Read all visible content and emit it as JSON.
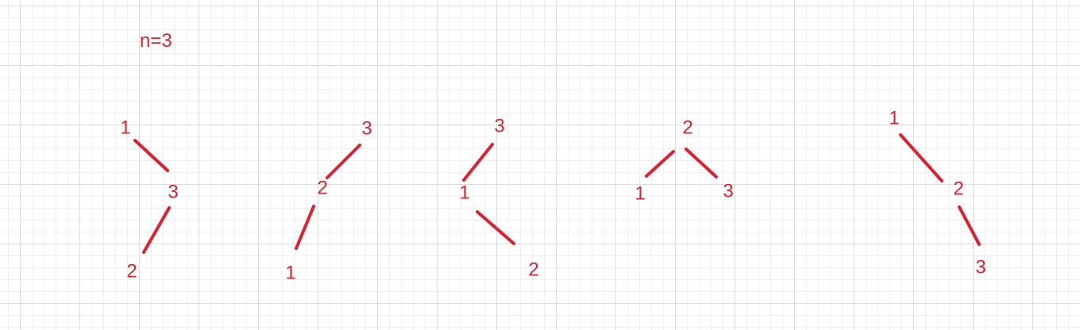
{
  "title": "n=3",
  "colors": {
    "ink": "#e0202e"
  },
  "trees": [
    {
      "nodes": [
        {
          "id": "a",
          "label": "1"
        },
        {
          "id": "b",
          "label": "3"
        },
        {
          "id": "c",
          "label": "2"
        }
      ],
      "edges": [
        [
          "a",
          "b"
        ],
        [
          "b",
          "c"
        ]
      ]
    },
    {
      "nodes": [
        {
          "id": "a",
          "label": "3"
        },
        {
          "id": "b",
          "label": "2"
        },
        {
          "id": "c",
          "label": "1"
        }
      ],
      "edges": [
        [
          "a",
          "b"
        ],
        [
          "b",
          "c"
        ]
      ]
    },
    {
      "nodes": [
        {
          "id": "a",
          "label": "3"
        },
        {
          "id": "b",
          "label": "1"
        },
        {
          "id": "c",
          "label": "2"
        }
      ],
      "edges": [
        [
          "a",
          "b"
        ],
        [
          "b",
          "c"
        ]
      ]
    },
    {
      "nodes": [
        {
          "id": "a",
          "label": "2"
        },
        {
          "id": "b",
          "label": "1"
        },
        {
          "id": "c",
          "label": "3"
        }
      ],
      "edges": [
        [
          "a",
          "b"
        ],
        [
          "a",
          "c"
        ]
      ]
    },
    {
      "nodes": [
        {
          "id": "a",
          "label": "1"
        },
        {
          "id": "b",
          "label": "2"
        },
        {
          "id": "c",
          "label": "3"
        }
      ],
      "edges": [
        [
          "a",
          "b"
        ],
        [
          "b",
          "c"
        ]
      ]
    }
  ]
}
